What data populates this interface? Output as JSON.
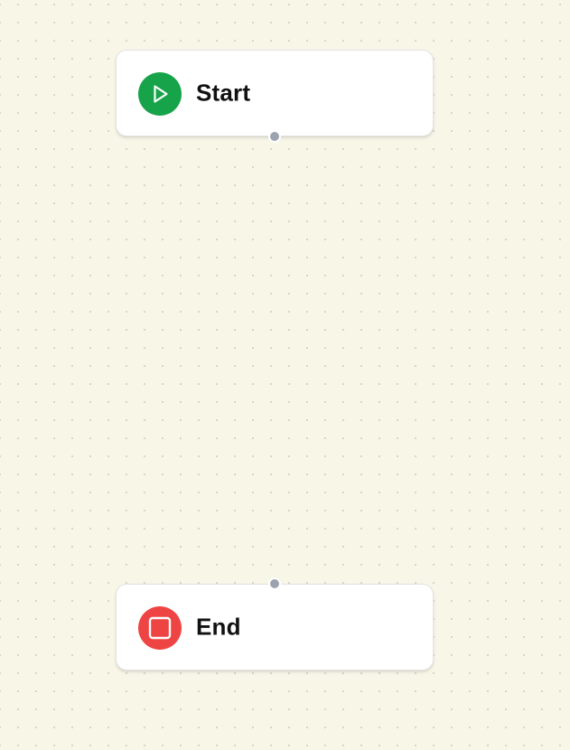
{
  "canvas": {
    "background_color": "#f8f6e7",
    "grid": "dots"
  },
  "nodes": [
    {
      "id": "start",
      "label": "Start",
      "icon": "play-icon",
      "icon_color": "#16a34a"
    },
    {
      "id": "end",
      "label": "End",
      "icon": "stop-icon",
      "icon_color": "#ef4444"
    }
  ],
  "handle_color": "#9ca3af"
}
